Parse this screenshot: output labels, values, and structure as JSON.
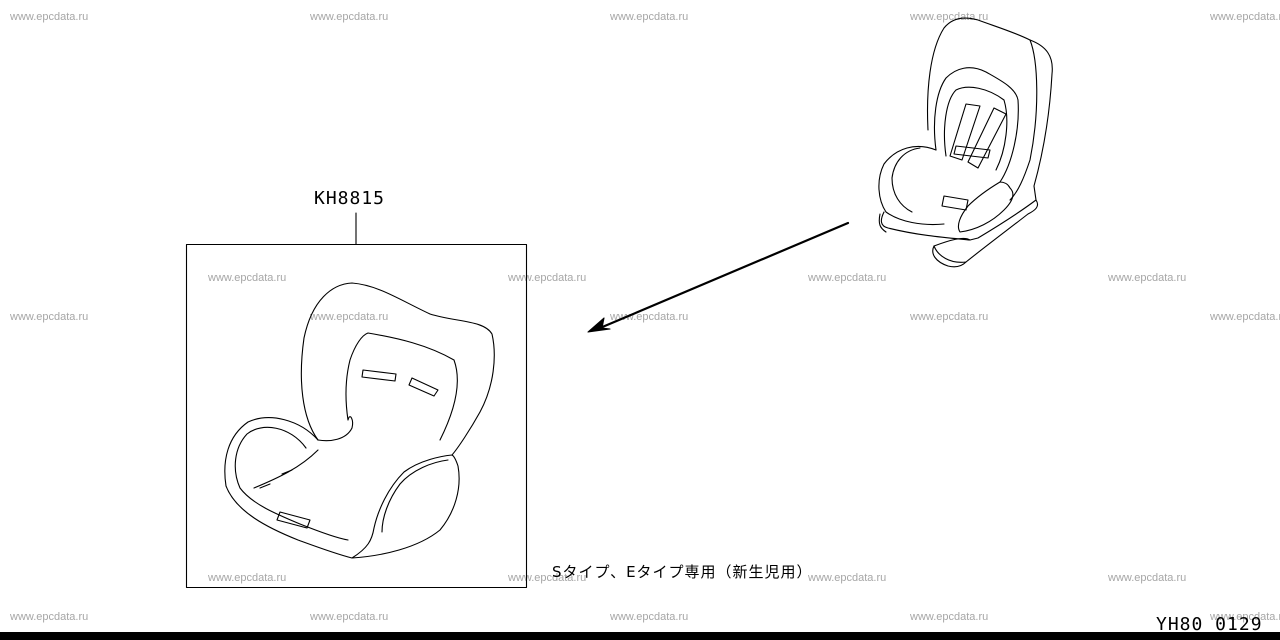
{
  "watermark": "www.epcdata.ru",
  "part": {
    "number": "KH8815"
  },
  "note": "Sタイプ、Eタイプ専用（新生児用）",
  "diagram_code": "YH80 0129"
}
